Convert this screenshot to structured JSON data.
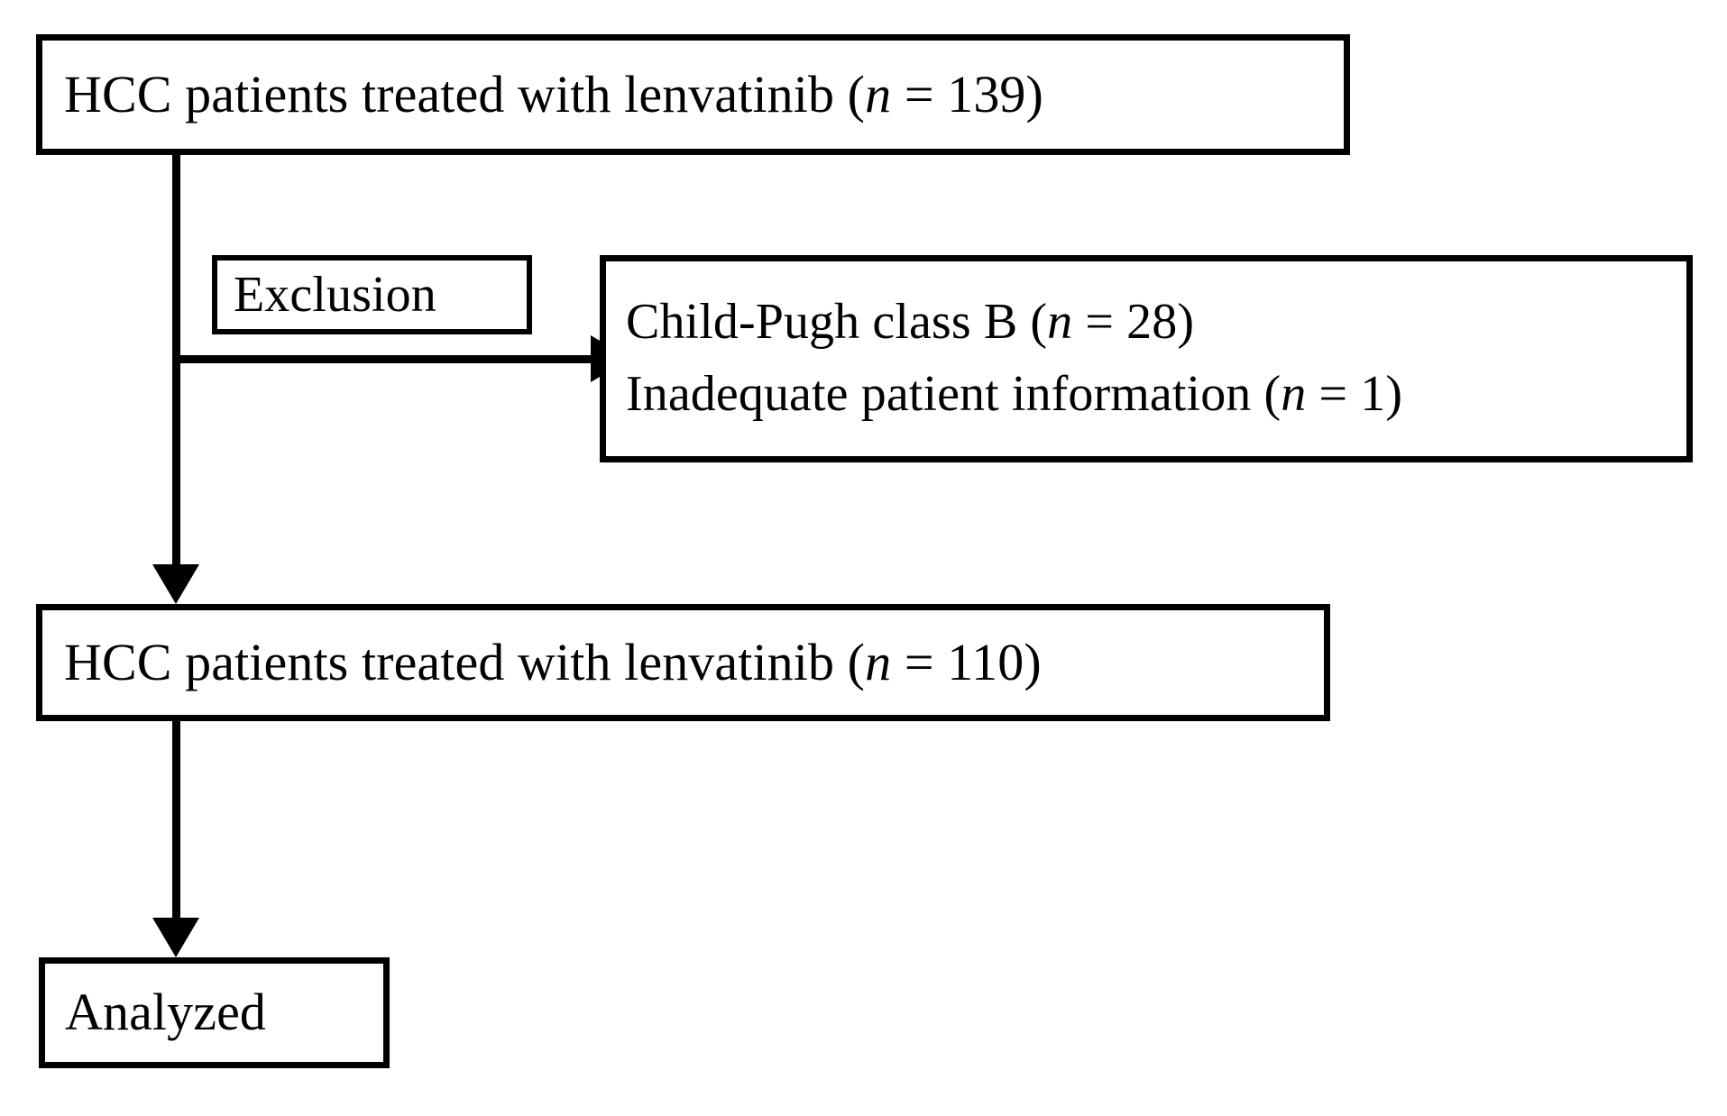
{
  "diagram": {
    "type": "study-flow-diagram",
    "background_color": "#ffffff",
    "stroke_color": "#000000",
    "nodes": {
      "enrolled": {
        "text": "HCC patients treated with lenvatinib  (n = 139)",
        "prefix": "HCC patients treated with lenvatinib  (",
        "variable": "n",
        "suffix": " = 139)",
        "count": 139
      },
      "exclusion_label": {
        "text": "Exclusion"
      },
      "exclusion_criteria": {
        "line1_prefix": "Child-Pugh class B (",
        "line1_variable": "n",
        "line1_suffix": " = 28)",
        "line1_count": 28,
        "line2_prefix": "Inadequate patient information (",
        "line2_variable": "n",
        "line2_suffix": " = 1)",
        "line2_count": 1
      },
      "eligible": {
        "prefix": "HCC patients treated with lenvatinib (",
        "variable": "n",
        "suffix": " = 110)",
        "count": 110
      },
      "analyzed": {
        "text": "Analyzed"
      }
    },
    "edges": [
      {
        "from": "enrolled",
        "to": "eligible",
        "direction": "down",
        "arrowhead": true
      },
      {
        "from": "enrolled",
        "to": "exclusion_criteria",
        "direction": "right",
        "arrowhead": true
      },
      {
        "from": "eligible",
        "to": "analyzed",
        "direction": "down",
        "arrowhead": true
      }
    ]
  }
}
